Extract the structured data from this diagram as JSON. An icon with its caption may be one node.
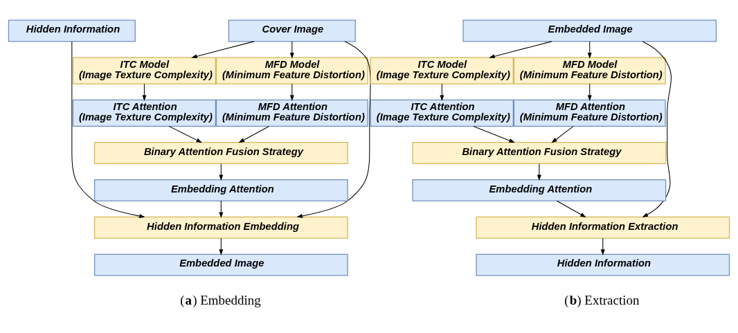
{
  "diagram": {
    "nodes": [
      {
        "text": [
          "Hidden Information"
        ]
      },
      {
        "text": [
          "Cover Image"
        ]
      },
      {
        "text": [
          "ITC Model (Image Texture Complexity)"
        ]
      },
      {
        "text": [
          "MFD Model (Minimum Feature Distortion)"
        ]
      },
      {
        "text": [
          "ITC Attention (Image Texture Complexity)"
        ]
      },
      {
        "text": [
          "MFD Attention (Minimum Feature Distortion)"
        ]
      },
      {
        "text": [
          "Binary Attention Fusion Strategy"
        ]
      },
      {
        "text": [
          "Embedding Attention"
        ]
      },
      {
        "text": [
          "Hidden Information Embedding"
        ]
      },
      {
        "text": [
          "Embedded Image"
        ]
      },
      {
        "text": [
          "Embedded Image"
        ]
      },
      {
        "text": [
          "ITC Model (Image Texture Complexity)"
        ]
      },
      {
        "text": [
          "MFD Model (Minimum Feature Distortion)"
        ]
      },
      {
        "text": [
          "ITC Attention (Image Texture Complexity)"
        ]
      },
      {
        "text": [
          "MFD Attention (Minimum Feature Distortion)"
        ]
      },
      {
        "text": [
          "Binary Attention Fusion Strategy"
        ]
      },
      {
        "text": [
          "Embedding Attention"
        ]
      },
      {
        "text": [
          "Hidden Information Extraction"
        ]
      },
      {
        "text": [
          "Hidden Information"
        ]
      }
    ],
    "edges": [
      {
        "from": 1,
        "to": 2,
        "arrow": "to"
      },
      {
        "from": 1,
        "to": 3,
        "arrow": "to"
      },
      {
        "from": 2,
        "to": 4,
        "arrow": "to"
      },
      {
        "from": 3,
        "to": 5,
        "arrow": "to"
      },
      {
        "from": 4,
        "to": 6,
        "arrow": "to"
      },
      {
        "from": 5,
        "to": 6,
        "arrow": "to"
      },
      {
        "from": 6,
        "to": 7,
        "arrow": "to"
      },
      {
        "from": 7,
        "to": 8,
        "arrow": "to"
      },
      {
        "from": 0,
        "to": 8,
        "arrow": "to"
      },
      {
        "from": 1,
        "to": 8,
        "arrow": "to"
      },
      {
        "from": 8,
        "to": 9,
        "arrow": "to"
      },
      {
        "from": 10,
        "to": 11,
        "arrow": "to"
      },
      {
        "from": 10,
        "to": 12,
        "arrow": "to"
      },
      {
        "from": 11,
        "to": 13,
        "arrow": "to"
      },
      {
        "from": 12,
        "to": 14,
        "arrow": "to"
      },
      {
        "from": 13,
        "to": 15,
        "arrow": "to"
      },
      {
        "from": 14,
        "to": 15,
        "arrow": "to"
      },
      {
        "from": 15,
        "to": 16,
        "arrow": "to"
      },
      {
        "from": 16,
        "to": 17,
        "arrow": "to"
      },
      {
        "from": 10,
        "to": 17,
        "arrow": "to"
      },
      {
        "from": 17,
        "to": 18,
        "arrow": "to"
      }
    ],
    "labels": [
      "(**a**) Embedding",
      "(**b**) Extraction"
    ]
  }
}
